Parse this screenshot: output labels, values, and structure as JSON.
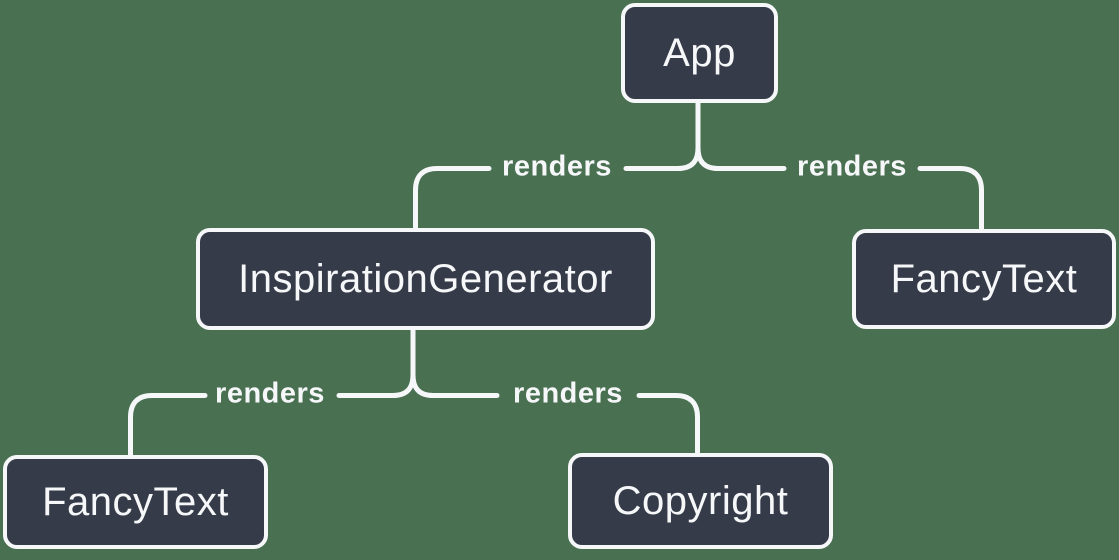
{
  "diagram": {
    "type": "tree",
    "description": "React component render tree",
    "colors": {
      "background": "#4a7052",
      "node_fill": "#353b48",
      "node_border": "#f6f7f9",
      "line": "#f6f7f9",
      "text": "#f6f7f9"
    },
    "nodes": [
      {
        "id": "app",
        "label": "App",
        "level": 0
      },
      {
        "id": "inspiration-generator",
        "label": "InspirationGenerator",
        "level": 1
      },
      {
        "id": "fancy-text-right",
        "label": "FancyText",
        "level": 1
      },
      {
        "id": "fancy-text-left",
        "label": "FancyText",
        "level": 2
      },
      {
        "id": "copyright",
        "label": "Copyright",
        "level": 2
      }
    ],
    "edges": [
      {
        "from": "App",
        "to": "InspirationGenerator",
        "label": "renders"
      },
      {
        "from": "App",
        "to": "FancyText",
        "label": "renders"
      },
      {
        "from": "InspirationGenerator",
        "to": "FancyText",
        "label": "renders"
      },
      {
        "from": "InspirationGenerator",
        "to": "Copyright",
        "label": "renders"
      }
    ]
  }
}
